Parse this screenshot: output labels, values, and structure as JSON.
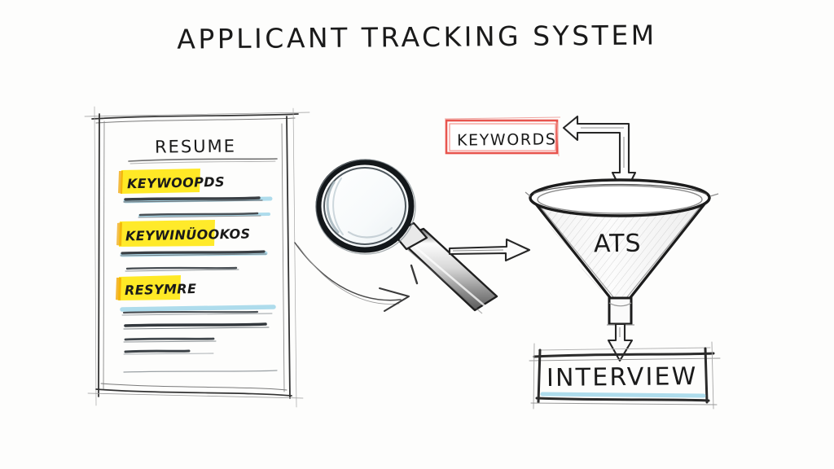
{
  "diagram": {
    "title": "APPLICANT TRACKING SYSTEM",
    "background_color": "#fdfdfc",
    "ink_color": "#1f1f1f",
    "style": "hand-drawn sketch"
  },
  "resume_panel": {
    "name": "resume-document",
    "heading": "RESUME",
    "highlight_color": "#ffe81a",
    "underline_color": "#aedcec",
    "highlights": [
      {
        "label": "KEYWOOPDS"
      },
      {
        "label": "KEYWINÜOOKOS"
      },
      {
        "label": "RESYMRE"
      }
    ],
    "text_lines": 9
  },
  "magnifier": {
    "name": "magnifying-glass",
    "icon": "magnifier-icon"
  },
  "keywords_box": {
    "name": "keywords-callout",
    "label": "KEYWORDS",
    "border_color": "#e8554e"
  },
  "funnel": {
    "name": "ats-funnel",
    "label": "ATS"
  },
  "interview_box": {
    "name": "interview-outcome",
    "label": "INTERVIEW",
    "underline_color": "#aedcec"
  },
  "arrows": [
    {
      "name": "arrow-resume-to-magnifier",
      "direction": "curved-up-right"
    },
    {
      "name": "arrow-magnifier-to-funnel",
      "direction": "right"
    },
    {
      "name": "arrow-keywords-to-funnel",
      "direction": "elbow-left-down"
    },
    {
      "name": "arrow-funnel-to-interview",
      "direction": "down"
    }
  ]
}
